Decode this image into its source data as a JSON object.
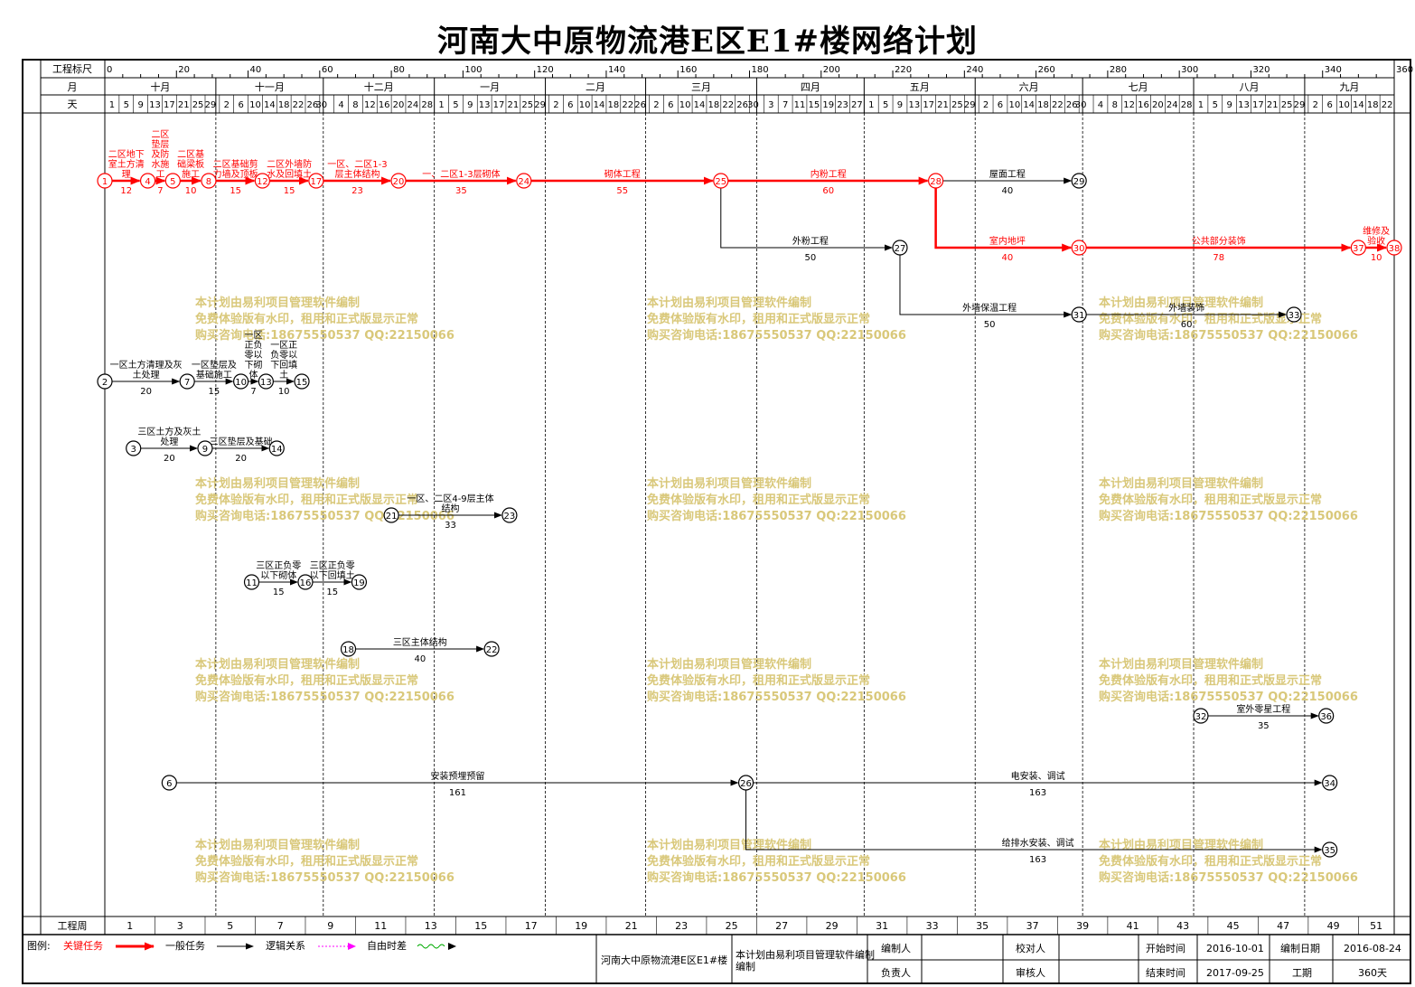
{
  "title": "河南大中原物流港E区E1#楼网络计划",
  "ruler": {
    "label": "工程标尺",
    "ticks": [
      "0",
      "20",
      "40",
      "60",
      "80",
      "100",
      "120",
      "140",
      "160",
      "180",
      "200",
      "220",
      "240",
      "260",
      "280",
      "300",
      "320",
      "340",
      "360"
    ]
  },
  "months": {
    "label": "月",
    "items": [
      "十月",
      "十一月",
      "十二月",
      "一月",
      "二月",
      "三月",
      "四月",
      "五月",
      "六月",
      "七月",
      "八月",
      "九月"
    ]
  },
  "days": {
    "label": "天",
    "segments": [
      [
        "1",
        "5",
        "9",
        "13",
        "17",
        "21",
        "25",
        "29"
      ],
      [
        "2",
        "6",
        "10",
        "14",
        "18",
        "22",
        "26",
        "30"
      ],
      [
        "4",
        "8",
        "12",
        "16",
        "20",
        "24",
        "28"
      ],
      [
        "1",
        "5",
        "9",
        "13",
        "17",
        "21",
        "25",
        "29"
      ],
      [
        "2",
        "6",
        "10",
        "14",
        "18",
        "22",
        "26"
      ],
      [
        "2",
        "6",
        "10",
        "14",
        "18",
        "22",
        "26",
        "30"
      ],
      [
        "3",
        "7",
        "11",
        "15",
        "19",
        "23",
        "27"
      ],
      [
        "1",
        "5",
        "9",
        "13",
        "17",
        "21",
        "25",
        "29"
      ],
      [
        "2",
        "6",
        "10",
        "14",
        "18",
        "22",
        "26",
        "30"
      ],
      [
        "4",
        "8",
        "12",
        "16",
        "20",
        "24",
        "28"
      ],
      [
        "1",
        "5",
        "9",
        "13",
        "17",
        "21",
        "25",
        "29"
      ],
      [
        "2",
        "6",
        "10",
        "14",
        "18",
        "22"
      ]
    ]
  },
  "weeks": {
    "label": "工程周",
    "items": [
      "1",
      "3",
      "5",
      "7",
      "9",
      "11",
      "13",
      "15",
      "17",
      "19",
      "21",
      "23",
      "25",
      "27",
      "29",
      "31",
      "33",
      "35",
      "37",
      "39",
      "41",
      "43",
      "45",
      "47",
      "49",
      "51"
    ]
  },
  "nodes": [
    {
      "id": "1",
      "day": 0,
      "row": 200,
      "critical": true
    },
    {
      "id": "4",
      "day": 12,
      "row": 200,
      "critical": true
    },
    {
      "id": "5",
      "day": 19,
      "row": 200,
      "critical": true
    },
    {
      "id": "8",
      "day": 29,
      "row": 200,
      "critical": true
    },
    {
      "id": "12",
      "day": 44,
      "row": 200,
      "critical": true
    },
    {
      "id": "17",
      "day": 59,
      "row": 200,
      "critical": true
    },
    {
      "id": "20",
      "day": 82,
      "row": 200,
      "critical": true
    },
    {
      "id": "24",
      "day": 117,
      "row": 200,
      "critical": true
    },
    {
      "id": "25",
      "day": 172,
      "row": 200,
      "critical": true
    },
    {
      "id": "28",
      "day": 232,
      "row": 200,
      "critical": true
    },
    {
      "id": "29",
      "day": 272,
      "row": 200,
      "critical": false
    },
    {
      "id": "27",
      "day": 222,
      "row": 274,
      "critical": false
    },
    {
      "id": "30",
      "day": 272,
      "row": 274,
      "critical": true
    },
    {
      "id": "37",
      "day": 350,
      "row": 274,
      "critical": true
    },
    {
      "id": "38",
      "day": 360,
      "row": 274,
      "critical": true
    },
    {
      "id": "31",
      "day": 272,
      "row": 348,
      "critical": false
    },
    {
      "id": "33",
      "day": 332,
      "row": 348,
      "critical": false
    },
    {
      "id": "2",
      "day": 0,
      "row": 422,
      "critical": false
    },
    {
      "id": "7",
      "day": 23,
      "row": 422,
      "critical": false
    },
    {
      "id": "10",
      "day": 38,
      "row": 422,
      "critical": false
    },
    {
      "id": "13",
      "day": 45,
      "row": 422,
      "critical": false
    },
    {
      "id": "15",
      "day": 55,
      "row": 422,
      "critical": false
    },
    {
      "id": "3",
      "day": 8,
      "row": 496,
      "critical": false
    },
    {
      "id": "9",
      "day": 28,
      "row": 496,
      "critical": false
    },
    {
      "id": "14",
      "day": 48,
      "row": 496,
      "critical": false
    },
    {
      "id": "21",
      "day": 80,
      "row": 570,
      "critical": false
    },
    {
      "id": "23",
      "day": 113,
      "row": 570,
      "critical": false
    },
    {
      "id": "11",
      "day": 41,
      "row": 644,
      "critical": false
    },
    {
      "id": "16",
      "day": 56,
      "row": 644,
      "critical": false
    },
    {
      "id": "19",
      "day": 71,
      "row": 644,
      "critical": false
    },
    {
      "id": "18",
      "day": 68,
      "row": 718,
      "critical": false
    },
    {
      "id": "22",
      "day": 108,
      "row": 718,
      "critical": false
    },
    {
      "id": "32",
      "day": 306,
      "row": 792,
      "critical": false
    },
    {
      "id": "36",
      "day": 341,
      "row": 792,
      "critical": false
    },
    {
      "id": "6",
      "day": 18,
      "row": 866,
      "critical": false
    },
    {
      "id": "26",
      "day": 179,
      "row": 866,
      "critical": false
    },
    {
      "id": "34",
      "day": 342,
      "row": 866,
      "critical": false
    },
    {
      "id": "35",
      "day": 342,
      "row": 940,
      "critical": false
    }
  ],
  "tasks": [
    {
      "from": "1",
      "to": "4",
      "name": "二区地下室土方清理",
      "dur": "12",
      "critical": true
    },
    {
      "from": "4",
      "to": "5",
      "name": "二区垫层及防水施工",
      "dur": "7",
      "critical": true
    },
    {
      "from": "5",
      "to": "8",
      "name": "二区基础梁板施工",
      "dur": "10",
      "critical": true
    },
    {
      "from": "8",
      "to": "12",
      "name": "二区基础剪力墙及顶板",
      "dur": "15",
      "critical": true
    },
    {
      "from": "12",
      "to": "17",
      "name": "二区外墙防水及回填土",
      "dur": "15",
      "critical": true
    },
    {
      "from": "17",
      "to": "20",
      "name": "一区、二区1-3层主体结构",
      "dur": "23",
      "critical": true
    },
    {
      "from": "20",
      "to": "24",
      "name": "一、二区1-3层砌体",
      "dur": "35",
      "critical": true
    },
    {
      "from": "24",
      "to": "25",
      "name": "砌体工程",
      "dur": "55",
      "critical": true
    },
    {
      "from": "25",
      "to": "28",
      "name": "内粉工程",
      "dur": "60",
      "critical": true
    },
    {
      "from": "28",
      "to": "29",
      "name": "屋面工程",
      "dur": "40",
      "critical": false
    },
    {
      "from": "25",
      "to": "27",
      "name": "外粉工程",
      "dur": "50",
      "critical": false
    },
    {
      "from": "28",
      "to": "30",
      "name": "室内地坪",
      "dur": "40",
      "critical": true
    },
    {
      "from": "30",
      "to": "37",
      "name": "公共部分装饰",
      "dur": "78",
      "critical": true
    },
    {
      "from": "37",
      "to": "38",
      "name": "维修及验收",
      "dur": "10",
      "critical": true
    },
    {
      "from": "27",
      "to": "31",
      "name": "外墙保温工程",
      "dur": "50",
      "critical": false
    },
    {
      "from": "31",
      "to": "33",
      "name": "外墙装饰",
      "dur": "60",
      "critical": false
    },
    {
      "from": "2",
      "to": "7",
      "name": "一区土方清理及灰土处理",
      "dur": "20",
      "critical": false
    },
    {
      "from": "7",
      "to": "10",
      "name": "一区垫层及基础施工",
      "dur": "15",
      "critical": false
    },
    {
      "from": "10",
      "to": "13",
      "name": "一区正负零以下砌体",
      "dur": "7",
      "critical": false
    },
    {
      "from": "13",
      "to": "15",
      "name": "一区正负零以下回填土",
      "dur": "10",
      "critical": false
    },
    {
      "from": "3",
      "to": "9",
      "name": "三区土方及灰土处理",
      "dur": "20",
      "critical": false
    },
    {
      "from": "9",
      "to": "14",
      "name": "三区垫层及基础",
      "dur": "20",
      "critical": false
    },
    {
      "from": "21",
      "to": "23",
      "name": "一区、二区4-9层主体结构",
      "dur": "33",
      "critical": false
    },
    {
      "from": "11",
      "to": "16",
      "name": "三区正负零以下砌体",
      "dur": "15",
      "critical": false
    },
    {
      "from": "16",
      "to": "19",
      "name": "三区正负零以下回填土",
      "dur": "15",
      "critical": false
    },
    {
      "from": "18",
      "to": "22",
      "name": "三区主体结构",
      "dur": "40",
      "critical": false
    },
    {
      "from": "32",
      "to": "36",
      "name": "室外零星工程",
      "dur": "35",
      "critical": false
    },
    {
      "from": "6",
      "to": "26",
      "name": "安装预埋预留",
      "dur": "161",
      "critical": false
    },
    {
      "from": "26",
      "to": "34",
      "name": "电安装、调试",
      "dur": "163",
      "critical": false
    },
    {
      "from": "26",
      "to": "35",
      "name": "给排水安装、调试",
      "dur": "163",
      "critical": false
    }
  ],
  "watermark": {
    "line1": "本计划由易利项目管理软件编制",
    "line2": "免费体验版有水印，租用和正式版显示正常",
    "line3": "购买咨询电话:18675550537 QQ:22150066"
  },
  "legend": {
    "label": "图例:",
    "critical": "关键任务",
    "normal": "一般任务",
    "logic": "逻辑关系",
    "float": "自由时差",
    "critical_color": "#ff0000",
    "logic_color": "#ff00ff",
    "float_color": "#00aa00"
  },
  "footer": {
    "project": "河南大中原物流港E区E1#楼",
    "software": "本计划由易利项目管理软件编制",
    "editor_label": "编制人",
    "checker_label": "校对人",
    "manager_label": "负责人",
    "reviewer_label": "审核人",
    "start_label": "开始时间",
    "start_value": "2016-10-01",
    "end_label": "结束时间",
    "end_value": "2017-09-25",
    "date_label": "编制日期",
    "date_value": "2016-08-24",
    "period_label": "工期",
    "period_value": "360天"
  }
}
